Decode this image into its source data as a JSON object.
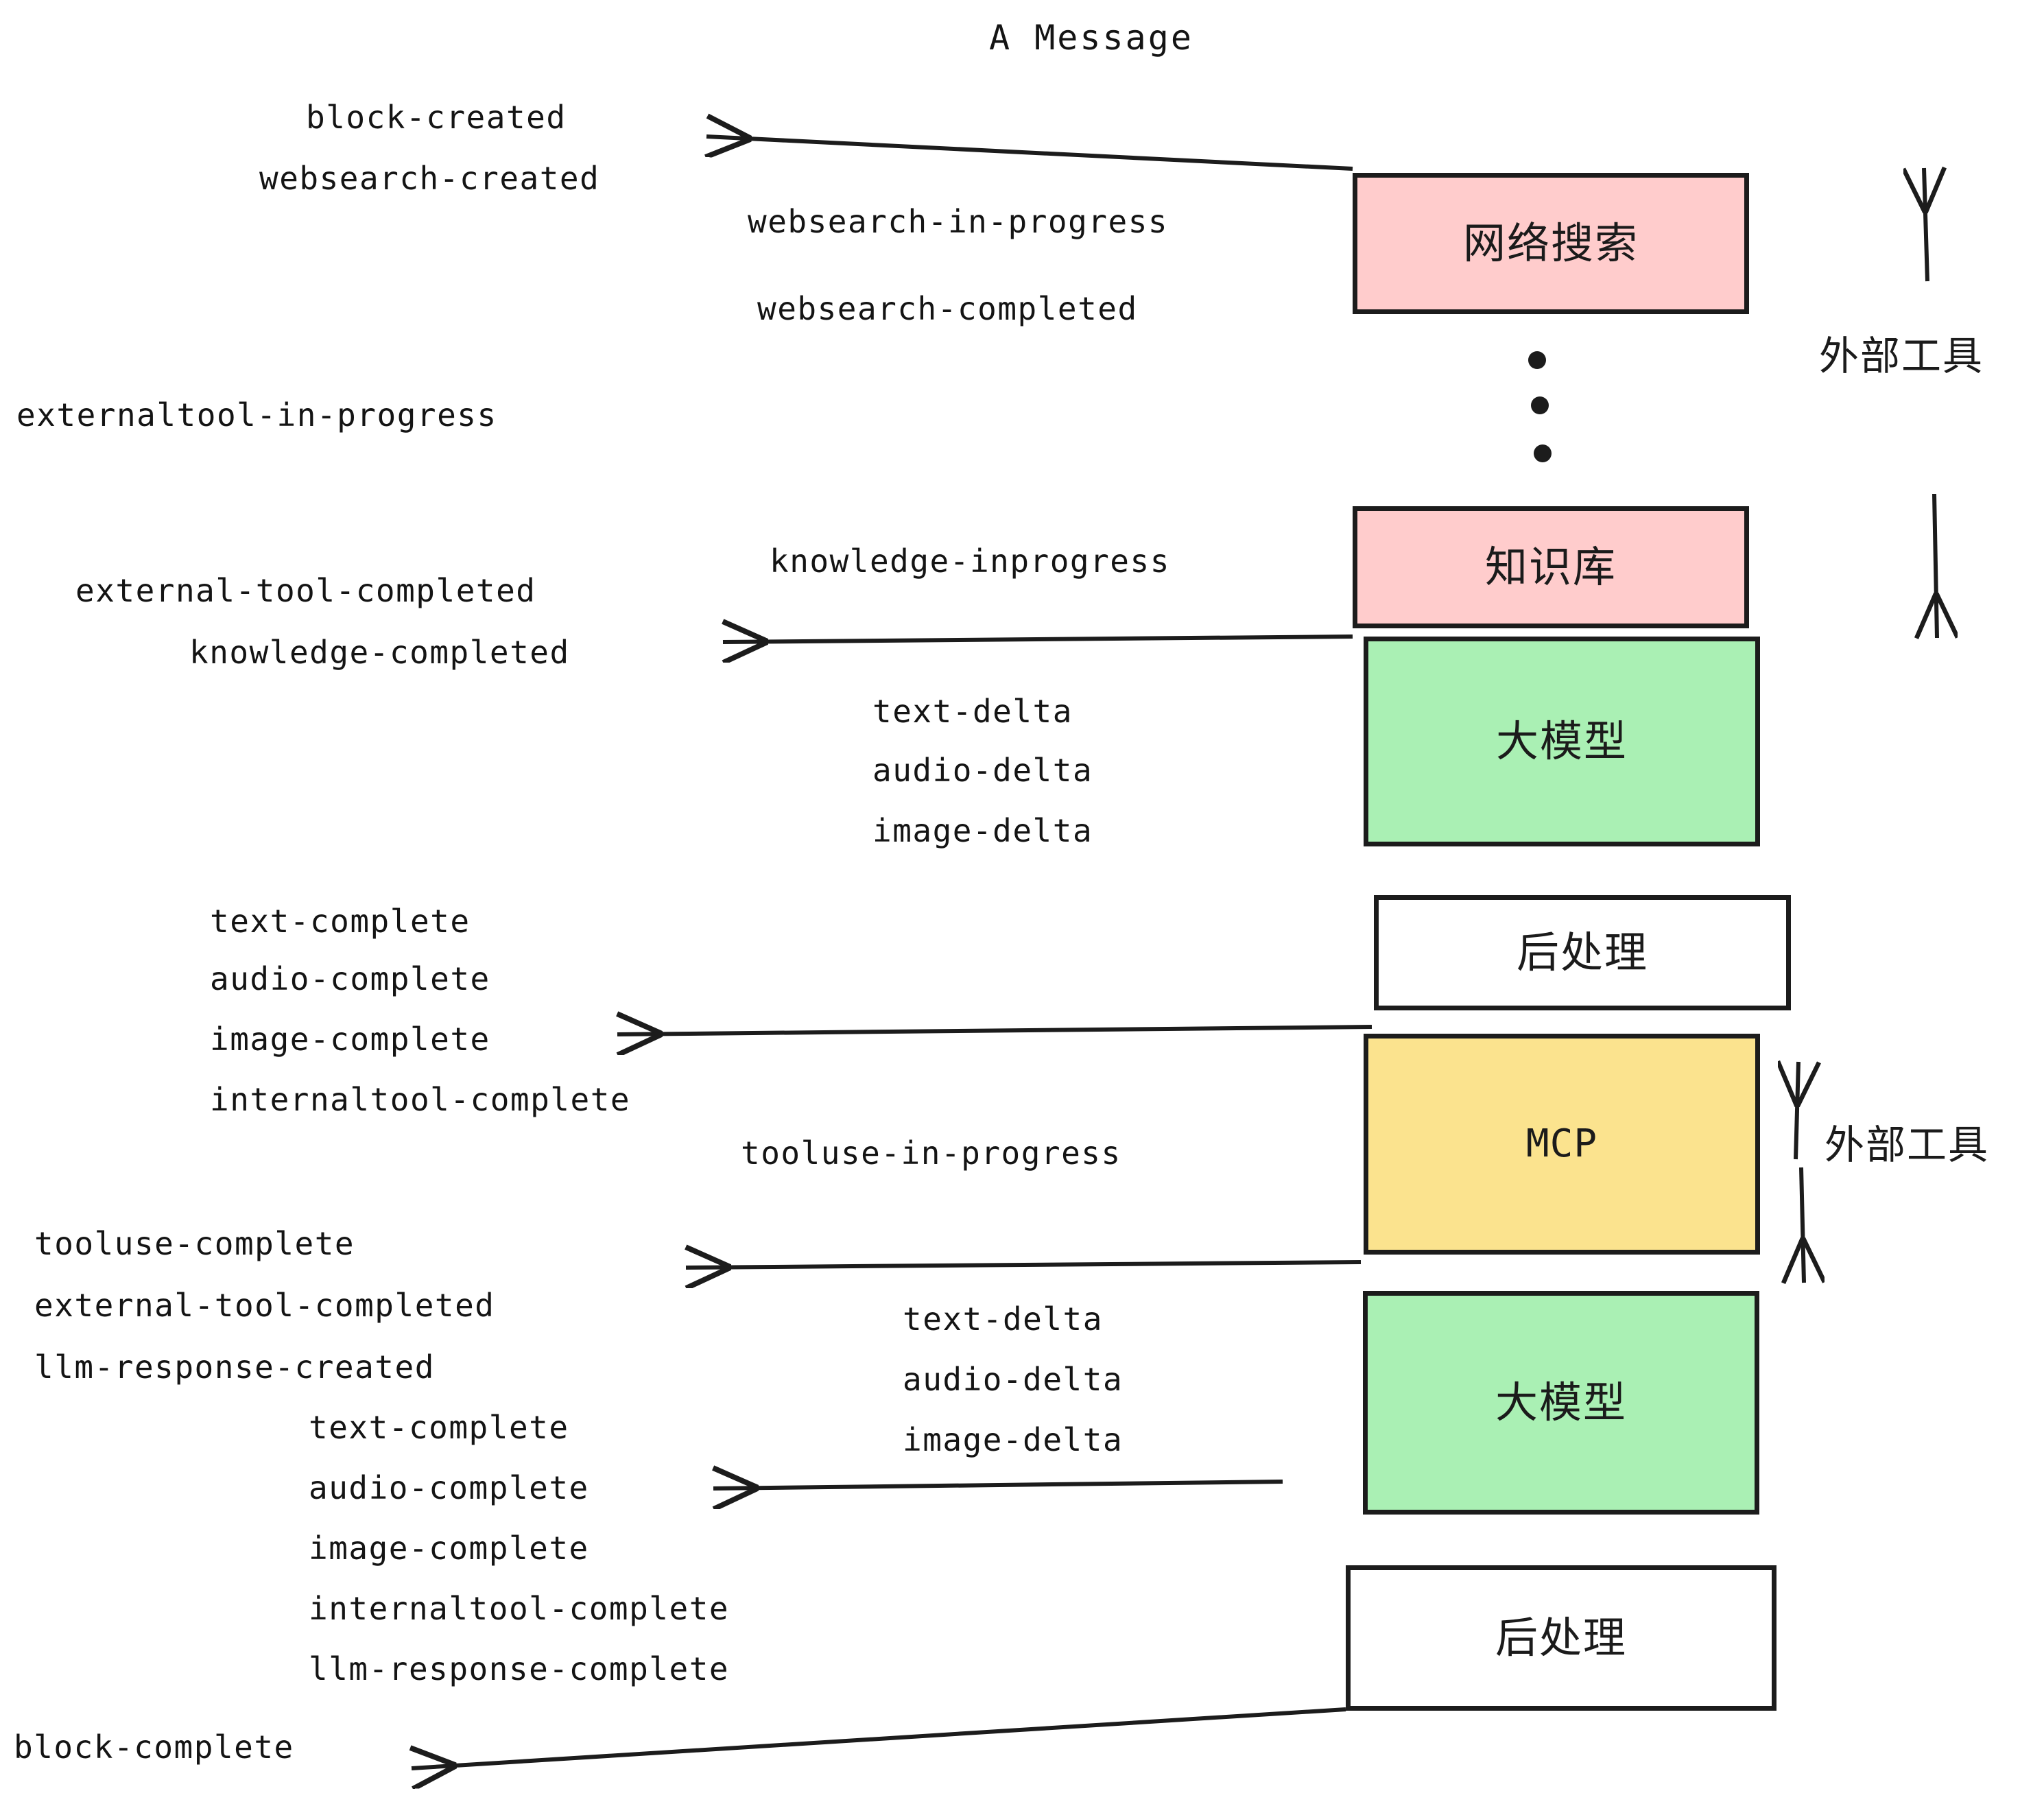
{
  "diagram": {
    "title": "A Message",
    "background": "#ffffff",
    "stroke": "#1c1c1c",
    "colors": {
      "pink": "#ffcccc",
      "green": "#aaf0b4",
      "yellow": "#fbe38e",
      "white": "#ffffff",
      "ink": "#141414"
    }
  },
  "boxes": [
    {
      "id": "websearch",
      "label": "网络搜索",
      "color": "pink"
    },
    {
      "id": "knowledge",
      "label": "知识库",
      "color": "pink"
    },
    {
      "id": "llm-1",
      "label": "大模型",
      "color": "green"
    },
    {
      "id": "postprocess-1",
      "label": "后处理",
      "color": "white"
    },
    {
      "id": "mcp",
      "label": "MCP",
      "color": "yellow"
    },
    {
      "id": "llm-2",
      "label": "大模型",
      "color": "green"
    },
    {
      "id": "postprocess-2",
      "label": "后处理",
      "color": "white"
    }
  ],
  "side_labels": [
    {
      "id": "external-tool-top",
      "text": "外部工具"
    },
    {
      "id": "external-tool-bottom",
      "text": "外部工具"
    }
  ],
  "events": {
    "block_created": "block-created",
    "websearch_created": "websearch-created",
    "websearch_in_progress": "websearch-in-progress",
    "websearch_completed": "websearch-completed",
    "externaltool_in_progress": "externaltool-in-progress",
    "knowledge_inprogress": "knowledge-inprogress",
    "external_tool_completed_1": "external-tool-completed",
    "knowledge_completed": "knowledge-completed",
    "text_delta_1": "text-delta",
    "audio_delta_1": "audio-delta",
    "image_delta_1": "image-delta",
    "text_complete_1": "text-complete",
    "audio_complete_1": "audio-complete",
    "image_complete_1": "image-complete",
    "internaltool_complete_1": "internaltool-complete",
    "tooluse_in_progress": "tooluse-in-progress",
    "tooluse_complete": "tooluse-complete",
    "external_tool_completed_2": "external-tool-completed",
    "llm_response_created": "llm-response-created",
    "text_delta_2": "text-delta",
    "audio_delta_2": "audio-delta",
    "image_delta_2": "image-delta",
    "text_complete_2": "text-complete",
    "audio_complete_2": "audio-complete",
    "image_complete_2": "image-complete",
    "internaltool_complete_2": "internaltool-complete",
    "llm_response_complete": "llm-response-complete",
    "block_complete": "block-complete"
  },
  "ellipsis": {
    "count": 3
  }
}
